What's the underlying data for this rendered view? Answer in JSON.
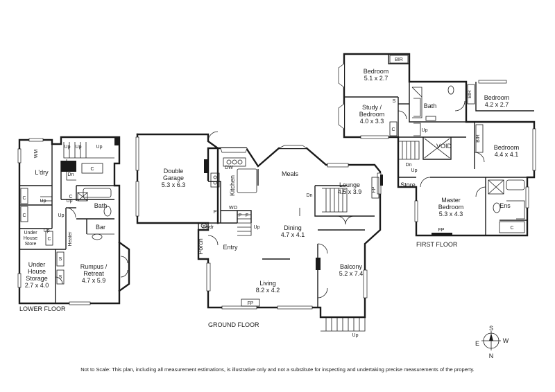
{
  "floors": {
    "lower": {
      "label": "LOWER FLOOR",
      "rooms": {
        "rumpus": {
          "name": "Rumpus /",
          "name2": "Retreat",
          "dims": "4.7 x 5.9"
        },
        "under_house_storage": {
          "name": "Under",
          "name2": "House",
          "name3": "Storage",
          "dims": "2.7 x 4.0"
        },
        "under_house_store": {
          "name": "Under",
          "name2": "House",
          "name3": "Store"
        },
        "laundry": {
          "name": "L'dry"
        },
        "bath": {
          "name": "Bath"
        },
        "bar": {
          "name": "Bar"
        },
        "heater": {
          "name": "Heater"
        },
        "wm": {
          "name": "WM"
        }
      },
      "marks": {
        "c": "C",
        "s": "S",
        "up": "Up",
        "dn": "Dn"
      }
    },
    "ground": {
      "label": "GROUND FLOOR",
      "rooms": {
        "garage": {
          "name": "Double",
          "name2": "Garage",
          "dims": "5.3 x 6.3"
        },
        "kitchen": {
          "name": "Kitchen"
        },
        "meals": {
          "name": "Meals"
        },
        "lounge": {
          "name": "Lounge",
          "dims": "4.5 x 3.9"
        },
        "dining": {
          "name": "Dining",
          "dims": "4.7 x 4.1"
        },
        "living": {
          "name": "Living",
          "dims": "8.2 x 4.2"
        },
        "balcony": {
          "name": "Balcony",
          "dims": "5.2 x 7.4"
        },
        "entry": {
          "name": "Entry"
        },
        "porch": {
          "name": "Porch"
        },
        "pwdr": {
          "name": "Pwdr"
        }
      },
      "marks": {
        "dw": "DW",
        "wo": "WO",
        "p": "P",
        "f": "F",
        "fp": "FP",
        "up": "Up",
        "dn": "Dn"
      }
    },
    "first": {
      "label": "FIRST FLOOR",
      "rooms": {
        "bedroom1": {
          "name": "Bedroom",
          "dims": "5.1 x 2.7"
        },
        "study": {
          "name": "Study /",
          "name2": "Bedroom",
          "dims": "4.0 x 3.3"
        },
        "bath": {
          "name": "Bath"
        },
        "bedroom2": {
          "name": "Bedroom",
          "dims": "4.2 x 2.7"
        },
        "bedroom3": {
          "name": "Bedroom",
          "dims": "4.4 x 4.1"
        },
        "void": {
          "name": "VOID"
        },
        "store": {
          "name": "Store"
        },
        "master": {
          "name": "Master",
          "name2": "Bedroom",
          "dims": "5.3 x 4.3"
        },
        "ens": {
          "name": "Ens"
        }
      },
      "marks": {
        "bir": "BIR",
        "c": "C",
        "s": "S",
        "fp": "FP",
        "up": "Up",
        "dn": "Dn"
      }
    }
  },
  "compass": {
    "s": "S",
    "w": "W",
    "e": "E",
    "n": "N"
  },
  "disclaimer": "Not to Scale: This plan, including all measurement estimations, is illustrative only and not a substitute for inspecting and undertaking precise measurements of the property."
}
